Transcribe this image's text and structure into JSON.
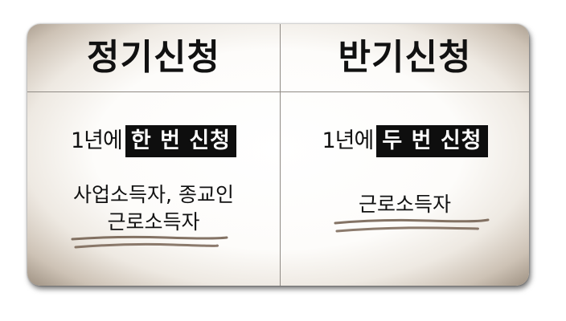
{
  "left_panel": {
    "title": "정기신청",
    "frequency_prefix": "1년에",
    "frequency_highlight": "한 번 신청",
    "eligible_line1": "사업소득자, 종교인",
    "eligible_line2": "근로소득자"
  },
  "right_panel": {
    "title": "반기신청",
    "frequency_prefix": "1년에",
    "frequency_highlight": "두 번 신청",
    "eligible_line1": "근로소득자"
  },
  "colors": {
    "card_center": "#ffffff",
    "card_edge": "#9e9182",
    "highlight_bg": "#0e0e0e",
    "highlight_text": "#ffffff",
    "underline": "#6f5a4a"
  }
}
